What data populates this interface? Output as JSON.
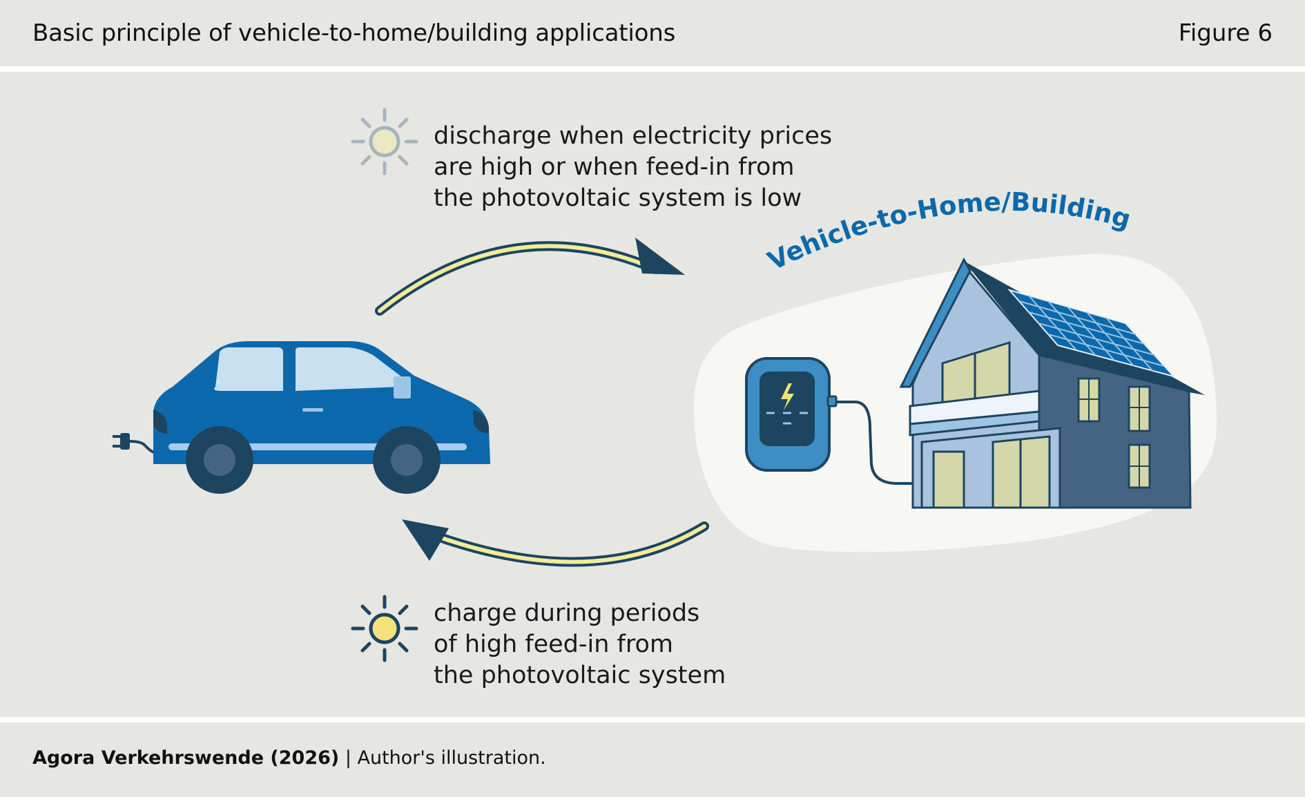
{
  "header": {
    "title": "Basic principle of vehicle-to-home/building applications",
    "figure_label": "Figure 6"
  },
  "diagram": {
    "house_label": "Vehicle-to-Home/Building",
    "discharge_lines": [
      "discharge when electricity prices",
      "are high or when feed-in from",
      "the photovoltaic system is low"
    ],
    "charge_lines": [
      "charge during periods",
      "of high feed-in from",
      "the photovoltaic system"
    ],
    "icons": {
      "discharge": "dim-sun-icon",
      "charge": "bright-sun-icon",
      "car": "electric-car-icon",
      "house": "house-with-solar-panels-icon",
      "charger": "wallbox-charger-icon"
    },
    "colors": {
      "background": "#e6e6e2",
      "car_blue": "#0b68aa",
      "dark_navy": "#1d4560",
      "label_blue": "#0b68aa",
      "arrow_fill": "#f1ec9a",
      "bright_sun": "#f3e17a",
      "dim_sun": "#ebe8c4"
    }
  },
  "footer": {
    "source_bold": "Agora Verkehrswende (2026)",
    "source_rest": " | Author's illustration."
  }
}
